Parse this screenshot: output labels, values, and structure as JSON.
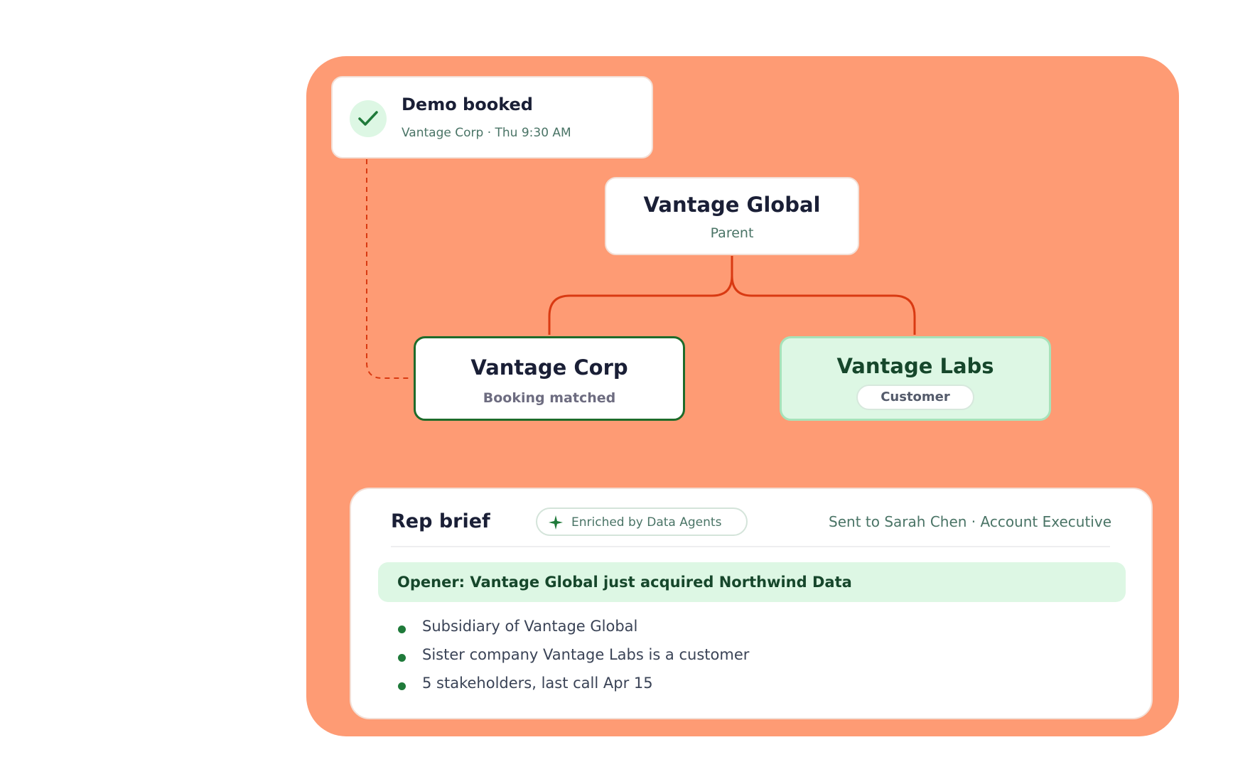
{
  "colors": {
    "panel": "#fe9b74",
    "connector_red": "#d93a12",
    "accent_green": "#1e6b2a",
    "light_green": "#ddf7e4",
    "text_dark": "#1a1f36",
    "text_muted_green": "#4a7466"
  },
  "demo_card": {
    "icon": "check-icon",
    "title": "Demo booked",
    "subtitle": "Vantage Corp · Thu 9:30 AM"
  },
  "hierarchy": {
    "parent": {
      "name": "Vantage Global",
      "role": "Parent"
    },
    "children": [
      {
        "name": "Vantage Corp",
        "status": "Booking matched"
      },
      {
        "name": "Vantage Labs",
        "badge": "Customer"
      }
    ]
  },
  "rep_brief": {
    "title": "Rep brief",
    "enriched_icon": "sparkle-icon",
    "enriched_label": "Enriched by Data Agents",
    "sent_to": "Sent to Sarah Chen · Account Executive",
    "opener": "Opener: Vantage Global just acquired Northwind Data",
    "bullets": [
      "Subsidiary of Vantage Global",
      "Sister company Vantage Labs is a customer",
      "5 stakeholders, last call Apr 15"
    ]
  }
}
